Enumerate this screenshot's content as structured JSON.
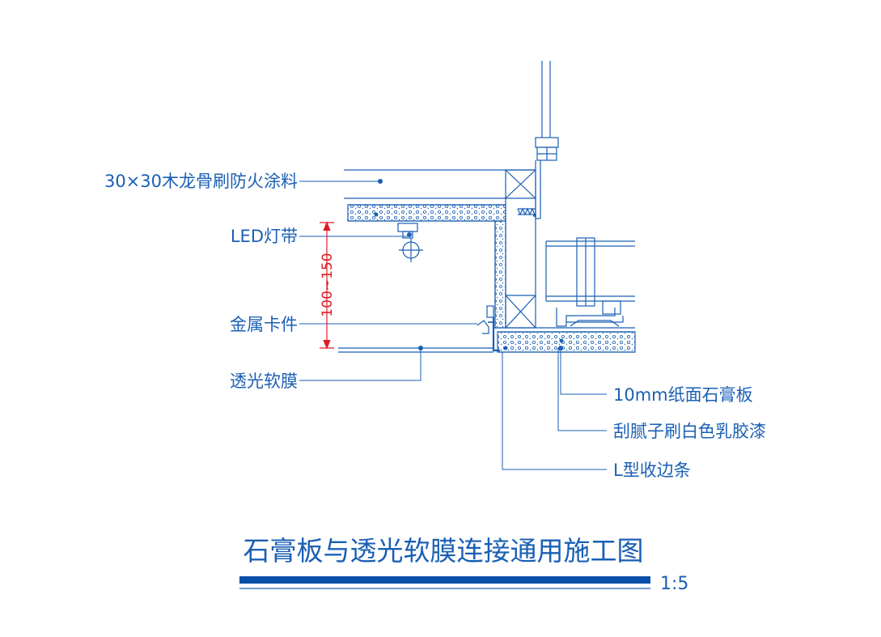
{
  "labels": {
    "wood_keel": "30×30木龙骨刷防火涂料",
    "led_strip": "LED灯带",
    "metal_clip": "金属卡件",
    "soft_film": "透光软膜",
    "gypsum_board": "10mm纸面石膏板",
    "putty_paint": "刮腻子刷白色乳胶漆",
    "l_trim": "L型收边条"
  },
  "dimension": {
    "text": "100~150"
  },
  "title": {
    "text": "石膏板与透光软膜连接通用施工图",
    "scale": "1:5"
  },
  "colors": {
    "line": "#1a5fb4",
    "dimension": "#e01b24",
    "title_bar": "#0a4fa8"
  }
}
